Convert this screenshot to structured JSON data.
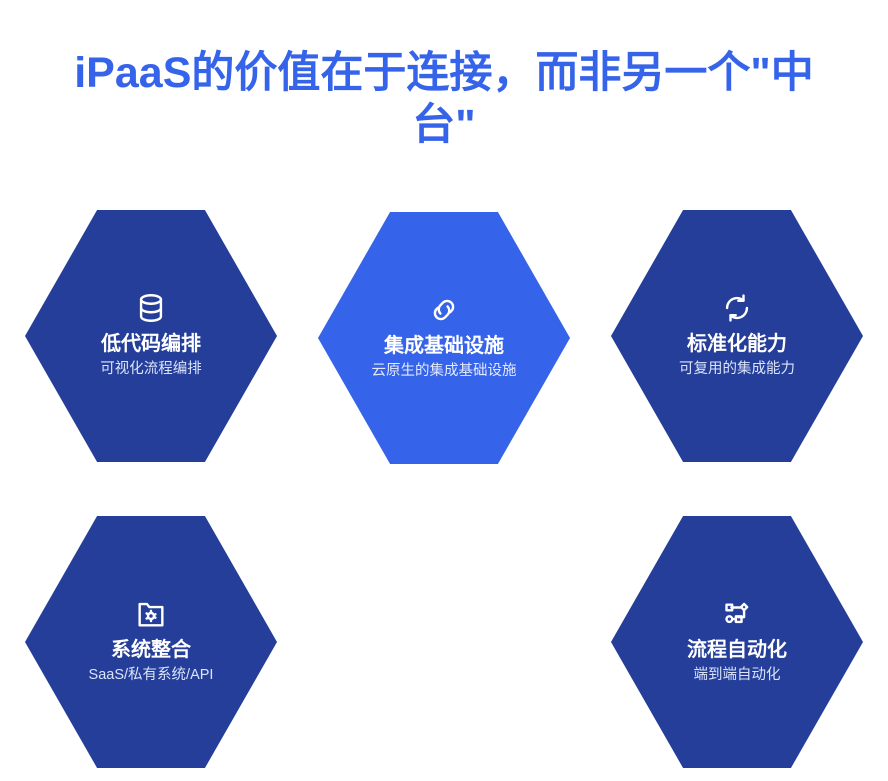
{
  "page": {
    "background_color": "#ffffff",
    "title": "iPaaS的价值在于连接，而非另一个\"中台\"",
    "title_color": "#3563e9"
  },
  "palette": {
    "hex_default": "#243e99",
    "hex_accent": "#3563e9",
    "title_text": "#ffffff",
    "subtitle_text": "#dbe4fb"
  },
  "cards": [
    {
      "id": "low-code-orchestration",
      "icon": "database-icon",
      "title": "低代码编排",
      "subtitle": "可视化流程编排",
      "accent": false
    },
    {
      "id": "integration-infrastructure",
      "icon": "link-icon",
      "title": "集成基础设施",
      "subtitle": "云原生的集成基础设施",
      "accent": true
    },
    {
      "id": "standardization-capability",
      "icon": "refresh-icon",
      "title": "标准化能力",
      "subtitle": "可复用的集成能力",
      "accent": false
    },
    {
      "id": "system-integration",
      "icon": "folder-gear-icon",
      "title": "系统整合",
      "subtitle": "SaaS/私有系统/API",
      "accent": false
    },
    {
      "id": "process-automation",
      "icon": "node-graph-icon",
      "title": "流程自动化",
      "subtitle": "端到端自动化",
      "accent": false
    }
  ]
}
